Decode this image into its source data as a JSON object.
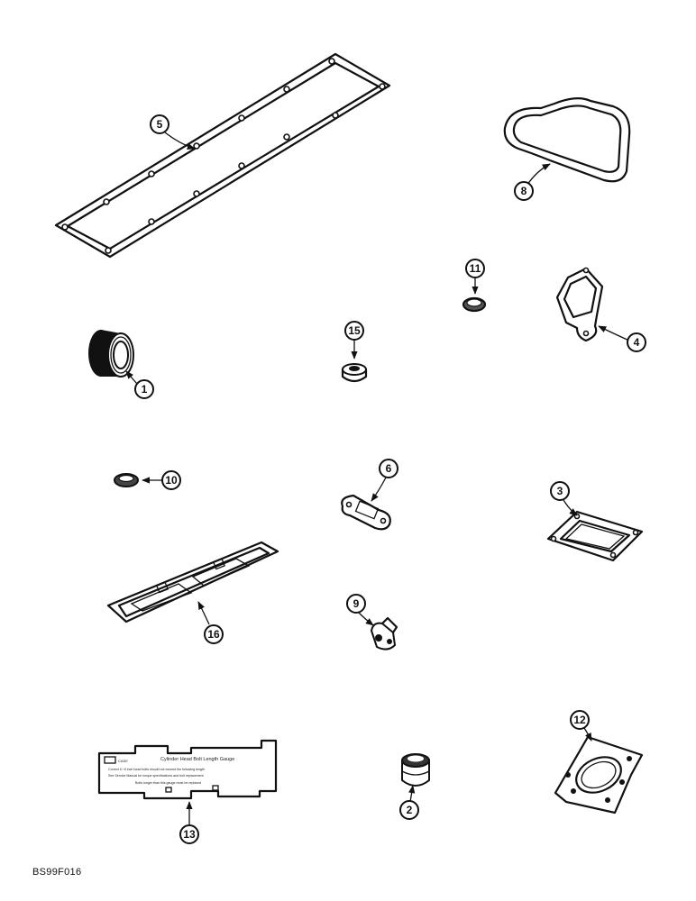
{
  "figure_code": "BS99F016",
  "callouts": [
    "5",
    "8",
    "11",
    "4",
    "1",
    "15",
    "10",
    "6",
    "3",
    "16",
    "9",
    "2",
    "13",
    "12"
  ],
  "decal": {
    "title": "Cylinder Head Bolt Length Gauge",
    "line1": "Correct 5 / 8 inch head bolts should not exceed the following length",
    "line2": "See Service Manual for torque specifications and bolt replacement",
    "line3": "Bolts longer than this gauge must be replaced"
  }
}
